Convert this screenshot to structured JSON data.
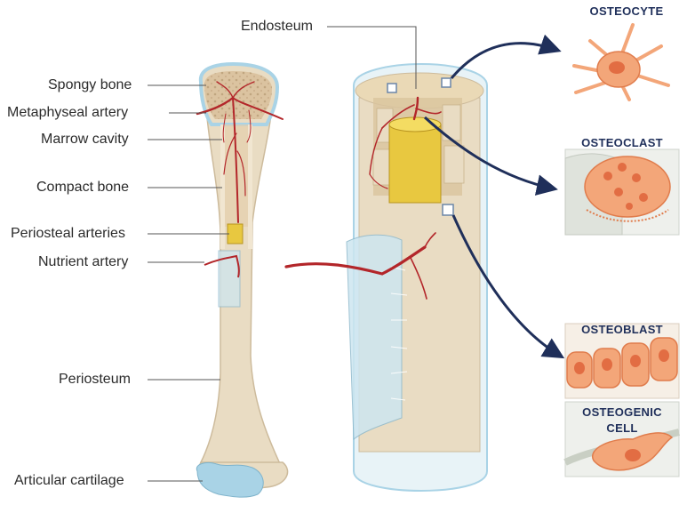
{
  "labels": {
    "spongy_bone": "Spongy bone",
    "metaphyseal_artery": "Metaphyseal artery",
    "marrow_cavity": "Marrow cavity",
    "compact_bone": "Compact bone",
    "periosteal_arteries": "Periosteal arteries",
    "nutrient_artery": "Nutrient artery",
    "periosteum": "Periosteum",
    "articular_cartilage": "Articular cartilage",
    "endosteum": "Endosteum"
  },
  "cells": {
    "osteocyte": "OSTEOCYTE",
    "osteoclast": "OSTEOCLAST",
    "osteoblast": "OSTEOBLAST",
    "osteogenic_line1": "OSTEOGENIC",
    "osteogenic_line2": "CELL"
  },
  "colors": {
    "bone": "#e9dcc3",
    "artery": "#b3262a",
    "marrow": "#e8c840",
    "cartilage": "#a9d3e6",
    "cell": "#f3a679",
    "arrow": "#1f2f5a"
  }
}
